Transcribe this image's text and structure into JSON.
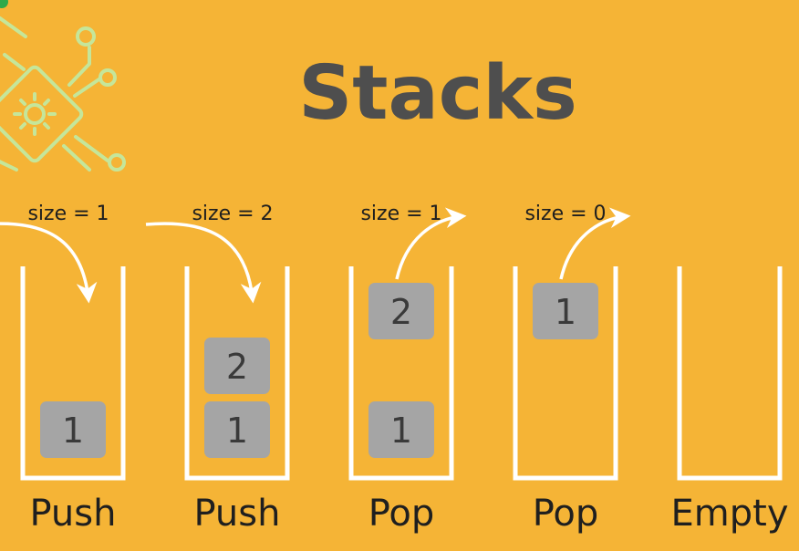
{
  "title": "Stacks",
  "colors": {
    "background": "#f5b436",
    "title": "#4e4e4e",
    "stroke": "#ffffff",
    "box": "#a5a5a5",
    "box_text": "#3a3a3a",
    "label_text": "#1f1f1f",
    "chip": "#c5e69a",
    "chip_dot": "#2ea94a"
  },
  "icons": {
    "chip": "circuit-chip-icon"
  },
  "stacks": [
    {
      "operation": "Push",
      "size_label": "size = 1",
      "arrow": "in",
      "items": [
        "1"
      ],
      "floating": null
    },
    {
      "operation": "Push",
      "size_label": "size = 2",
      "arrow": "in",
      "items": [
        "1",
        "2"
      ],
      "floating": null
    },
    {
      "operation": "Pop",
      "size_label": "size = 1",
      "arrow": "out",
      "items": [
        "1"
      ],
      "floating": "2"
    },
    {
      "operation": "Pop",
      "size_label": "size = 0",
      "arrow": "out",
      "items": [],
      "floating": "1"
    },
    {
      "operation": "Empty",
      "size_label": "",
      "arrow": "none",
      "items": [],
      "floating": null
    }
  ]
}
